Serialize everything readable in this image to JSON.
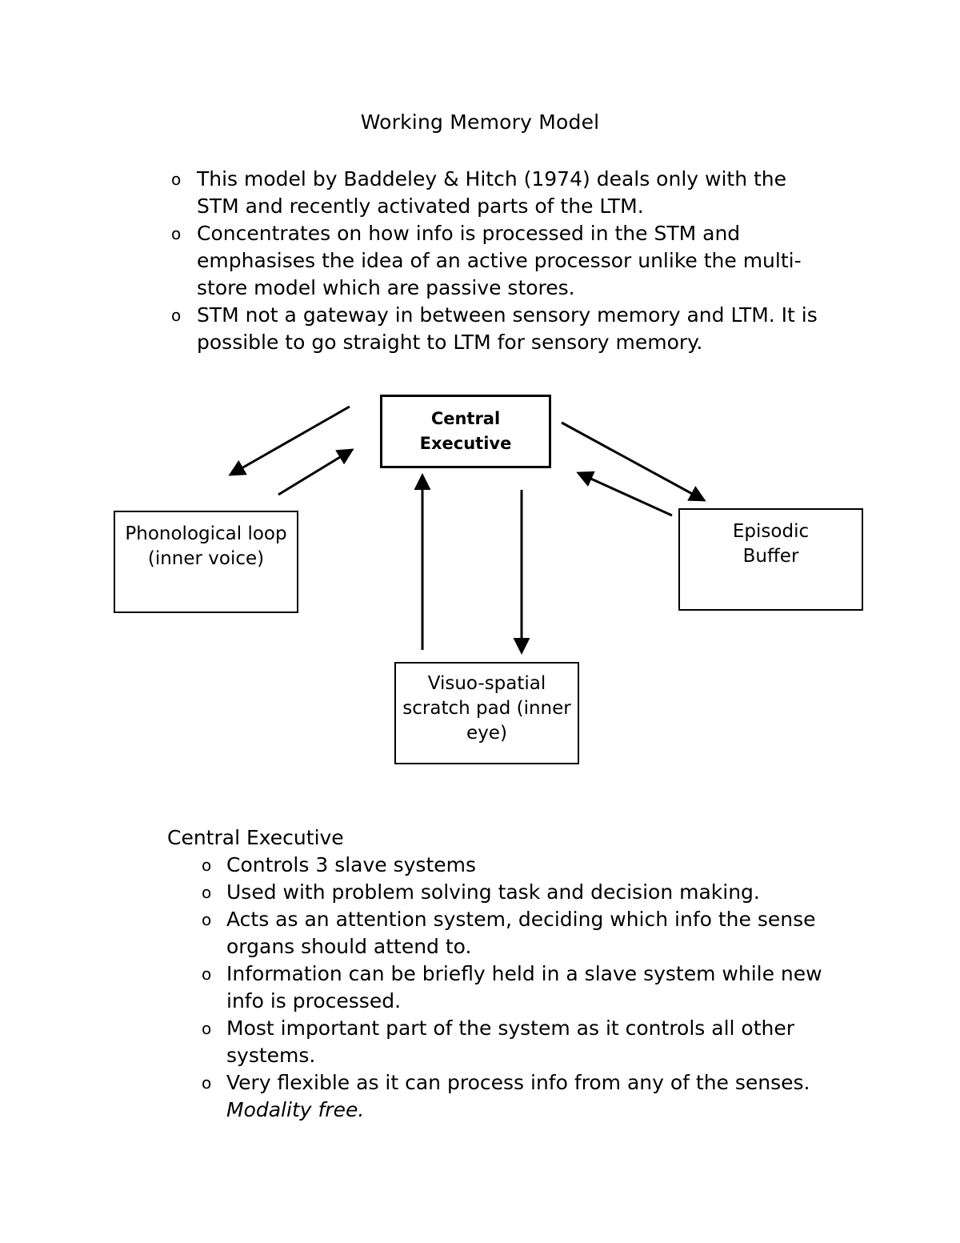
{
  "document": {
    "title": "Working Memory Model"
  },
  "intro_bullets": [
    "This model by Baddeley & Hitch (1974) deals only with the STM and recently activated parts of the LTM.",
    "Concentrates on how info is processed in the STM and emphasises the idea of an active processor unlike the multi-store model which are passive stores.",
    "STM not a gateway in between sensory memory and LTM. It is possible to go straight to LTM for sensory memory."
  ],
  "diagram": {
    "type": "block-diagram",
    "nodes": [
      {
        "id": "central-executive",
        "label": "Central\nExecutive",
        "line1": "Central",
        "line2": "Executive",
        "bold": true
      },
      {
        "id": "phonological-loop",
        "label": "Phonological loop\n(inner voice)",
        "line1": "Phonological loop",
        "line2": "(inner voice)",
        "bold": false
      },
      {
        "id": "episodic-buffer",
        "label": "Episodic\nBuffer",
        "line1": "Episodic",
        "line2": "Buffer",
        "bold": false
      },
      {
        "id": "visuospatial-scratch-pad",
        "label": "Visuo-spatial scratch pad (inner eye)",
        "line1": "Visuo-spatial",
        "line2": "scratch pad (inner",
        "line3": "eye)",
        "bold": false
      }
    ],
    "edges": [
      {
        "from": "central-executive",
        "to": "phonological-loop",
        "direction": "down-left"
      },
      {
        "from": "phonological-loop",
        "to": "central-executive",
        "direction": "up-right"
      },
      {
        "from": "central-executive",
        "to": "episodic-buffer",
        "direction": "down-right"
      },
      {
        "from": "episodic-buffer",
        "to": "central-executive",
        "direction": "up-left"
      },
      {
        "from": "visuospatial-scratch-pad",
        "to": "central-executive",
        "direction": "up"
      },
      {
        "from": "central-executive",
        "to": "visuospatial-scratch-pad",
        "direction": "down"
      }
    ],
    "stroke_color": "#000000"
  },
  "central_executive_section": {
    "heading": "Central Executive",
    "bullets": [
      {
        "text": "Controls 3 slave systems"
      },
      {
        "text": "Used with problem solving task and decision making."
      },
      {
        "text": "Acts as an attention system, deciding which info the sense organs should attend to."
      },
      {
        "text": "Information can be briefly held in a slave system while new info is processed."
      },
      {
        "text": "Most important part of the system as it controls all other systems."
      },
      {
        "text": "Very flexible as it can process info from any of the senses.",
        "note": "Modality free."
      }
    ]
  },
  "glyphs": {
    "bullet": "o"
  }
}
